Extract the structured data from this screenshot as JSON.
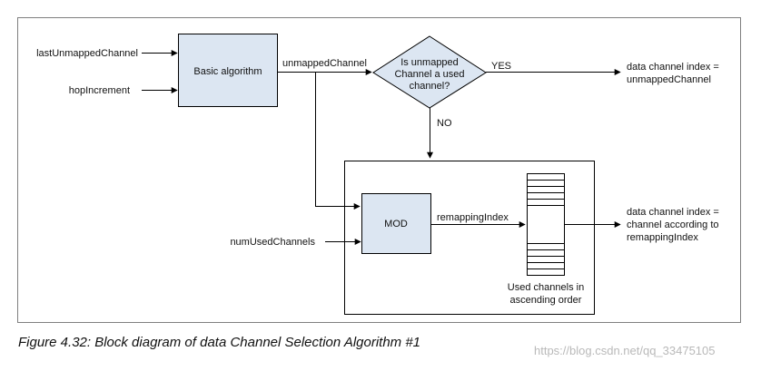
{
  "diagram": {
    "inputs": {
      "last_unmapped": "lastUnmappedChannel",
      "hop_increment": "hopIncrement",
      "num_used": "numUsedChannels"
    },
    "blocks": {
      "basic": "Basic algorithm",
      "mod": "MOD"
    },
    "signals": {
      "unmapped": "unmappedChannel",
      "remapping": "remappingIndex"
    },
    "decision": {
      "line1": "Is unmapped",
      "line2": "Channel a used",
      "line3": "channel?"
    },
    "branches": {
      "yes": "YES",
      "no": "NO"
    },
    "outputs": {
      "top": {
        "line1": "data channel index =",
        "line2": "unmappedChannel"
      },
      "bottom": {
        "line1": "data channel index =",
        "line2": "channel according to",
        "line3": "remappingIndex"
      }
    },
    "table": {
      "caption_line1": "Used channels in",
      "caption_line2": "ascending order"
    }
  },
  "caption": "Figure 4.32:  Block diagram of data Channel Selection Algorithm #1",
  "watermark": "https://blog.csdn.net/qq_33475105",
  "colors": {
    "block_fill": "#dce6f2",
    "line": "#000000"
  }
}
